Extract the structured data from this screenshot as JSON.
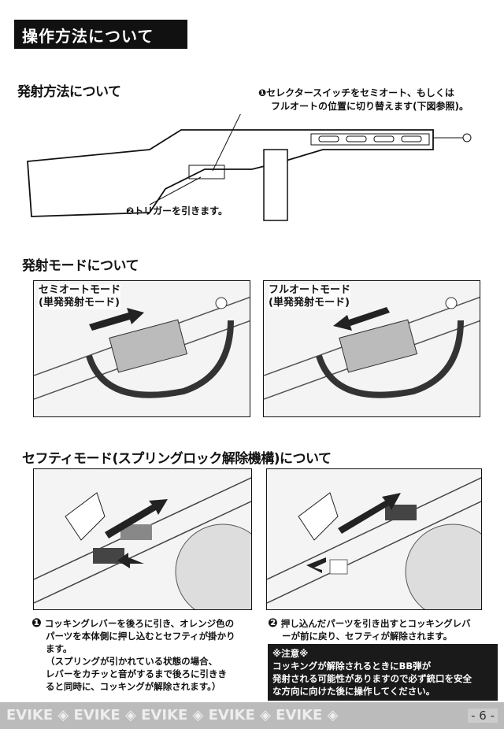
{
  "header": {
    "title": "操作方法について"
  },
  "firing": {
    "heading": "発射方法について",
    "step1_num": "❶",
    "step1": "セレクタースイッチをセミオート、もしくは",
    "step1_line2": "フルオートの位置に切り替えます(下図参照)。",
    "step2_num": "❷",
    "step2": "トリガーを引きます。"
  },
  "modes": {
    "heading": "発射モードについて",
    "semi": {
      "label": "セミオートモード",
      "sub": "(単発発射モード)"
    },
    "full": {
      "label": "フルオートモード",
      "sub": "(単発発射モード)"
    }
  },
  "safety": {
    "heading": "セフティモード(スプリングロック解除機構)について",
    "note1_num": "❶",
    "note1": [
      "コッキングレバーを後ろに引き、オレンジ色の",
      "パーツを本体側に押し込むとセフティが掛かり",
      "ます。"
    ],
    "note1_paren": [
      "（スプリングが引かれている状態の場合、",
      "レバーをカチッと音がするまで後ろに引きき",
      "ると同時に、コッキングが解除されます。）"
    ],
    "note2_num": "❷",
    "note2": [
      "押し込んだパーツを引き出すとコッキングレバ",
      "ーが前に戻り、セフティが解除されます。"
    ],
    "warning": {
      "title": "※注意※",
      "lines": [
        "コッキングが解除されるときにBB弾が",
        "発射される可能性がありますので必ず銃口を安全",
        "な方向に向けた後に操作してください。"
      ]
    }
  },
  "footer": {
    "page": "- 6 -",
    "watermark": "EVIKE ◈ EVIKE ◈ EVIKE ◈ EVIKE ◈ EVIKE ◈"
  }
}
